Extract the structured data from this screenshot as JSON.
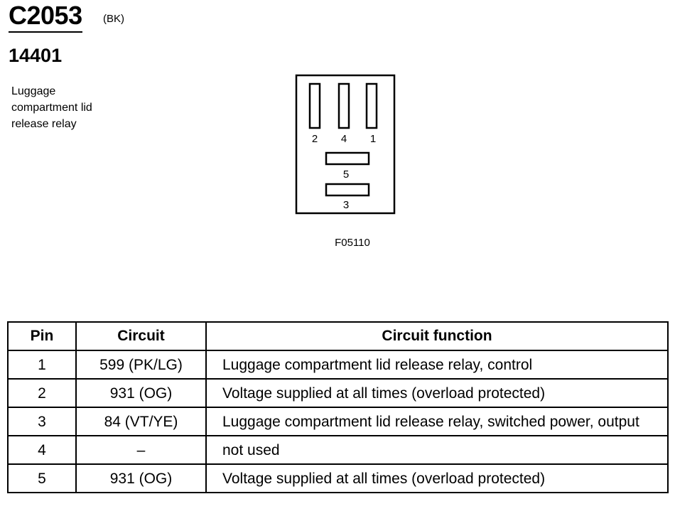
{
  "connector": {
    "id": "C2053",
    "color": "(BK)"
  },
  "component": {
    "number": "14401",
    "description": "Luggage compartment lid release relay"
  },
  "diagram": {
    "figure_id": "F05110",
    "pin_labels": [
      "2",
      "4",
      "1",
      "5",
      "3"
    ]
  },
  "table": {
    "headers": {
      "pin": "Pin",
      "circuit": "Circuit",
      "function": "Circuit function"
    },
    "rows": [
      {
        "pin": "1",
        "circuit": "599 (PK/LG)",
        "function": "Luggage compartment lid release relay, control"
      },
      {
        "pin": "2",
        "circuit": "931 (OG)",
        "function": "Voltage supplied at all times (overload protected)"
      },
      {
        "pin": "3",
        "circuit": "84 (VT/YE)",
        "function": "Luggage compartment lid release relay, switched power, output"
      },
      {
        "pin": "4",
        "circuit": "–",
        "function": "not used"
      },
      {
        "pin": "5",
        "circuit": "931 (OG)",
        "function": "Voltage supplied at all times (overload protected)"
      }
    ]
  }
}
